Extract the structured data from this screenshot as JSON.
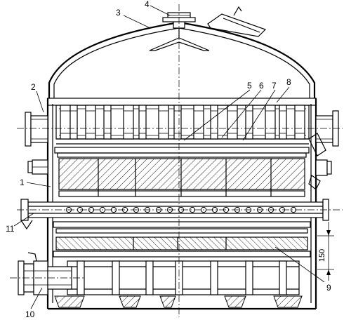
{
  "callouts": {
    "c1": "1",
    "c2": "2",
    "c3": "3",
    "c4": "4",
    "c5": "5",
    "c6": "6",
    "c7": "7",
    "c8": "8",
    "c9": "9",
    "c10": "10",
    "c11": "11"
  },
  "dimension": {
    "value": "150"
  }
}
